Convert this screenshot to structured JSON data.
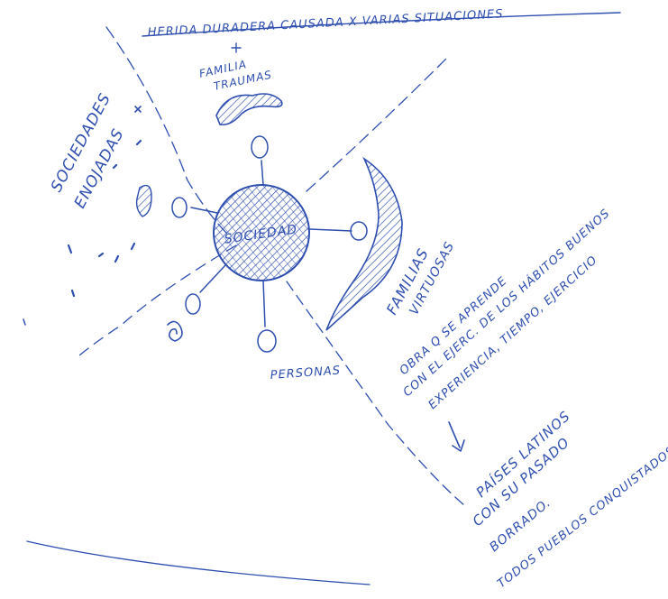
{
  "diagram": {
    "ink_color": "#2f4fb0",
    "top_heading": "HERIDA DURADERA CAUSADA X VARIAS SITUACIONES",
    "top_family_label": [
      "FAMILIA",
      "TRAUMAS"
    ],
    "left_label": [
      "SOCIEDADES",
      "ENOJADAS"
    ],
    "center_label": "SOCIEDAD",
    "bottom_label": "PERSONAS",
    "right_family_label": [
      "FAMILIAS",
      "VIRTUOSAS"
    ],
    "right_text": [
      "OBRA Q SE APRENDE",
      "CON EL EJERC. DE LOS HÁBITOS BUENOS",
      "EXPERIENCIA, TIEMPO, EJERCICIO"
    ],
    "arrow_symbol": "↓",
    "bottom_right_text": [
      "PAÍSES LATINOS",
      "CON SU PASADO",
      "BORRADO.",
      "TODOS PUEBLOS CONQUISTADOS"
    ]
  }
}
